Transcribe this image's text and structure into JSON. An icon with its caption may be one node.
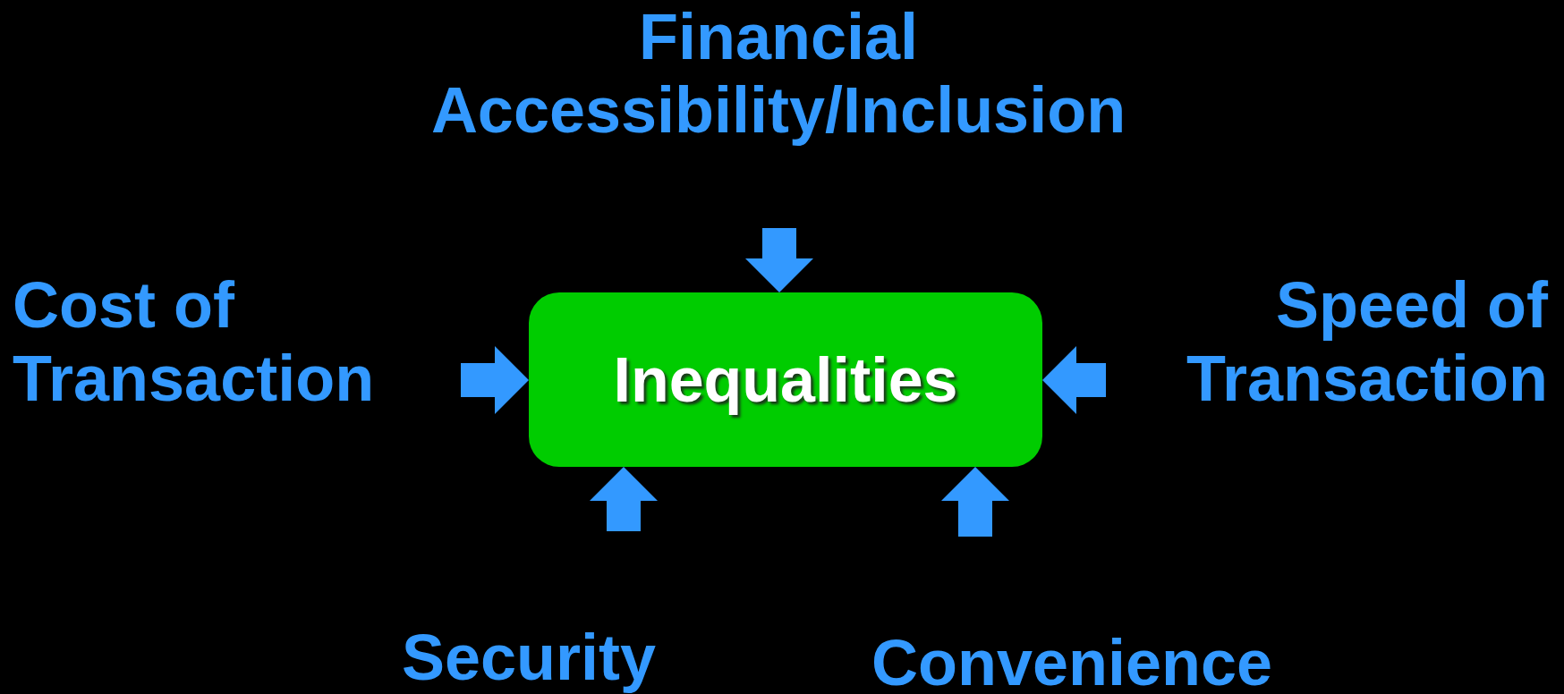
{
  "diagram": {
    "nodes": [
      {
        "text": [
          "Financial Accessibility/Inclusion"
        ]
      },
      {
        "text": [
          "Cost of Transaction"
        ]
      },
      {
        "text": [
          "Inequalities"
        ]
      },
      {
        "text": [
          "Speed of Transaction"
        ]
      },
      {
        "text": [
          "Security"
        ]
      },
      {
        "text": [
          "Convenience"
        ]
      }
    ],
    "edges": [
      {
        "from": 0,
        "to": 2,
        "arrow": "to"
      },
      {
        "from": 1,
        "to": 2,
        "arrow": "to"
      },
      {
        "from": 3,
        "to": 2,
        "arrow": "to"
      },
      {
        "from": 4,
        "to": 2,
        "arrow": "to"
      },
      {
        "from": 5,
        "to": 2,
        "arrow": "to"
      }
    ]
  }
}
